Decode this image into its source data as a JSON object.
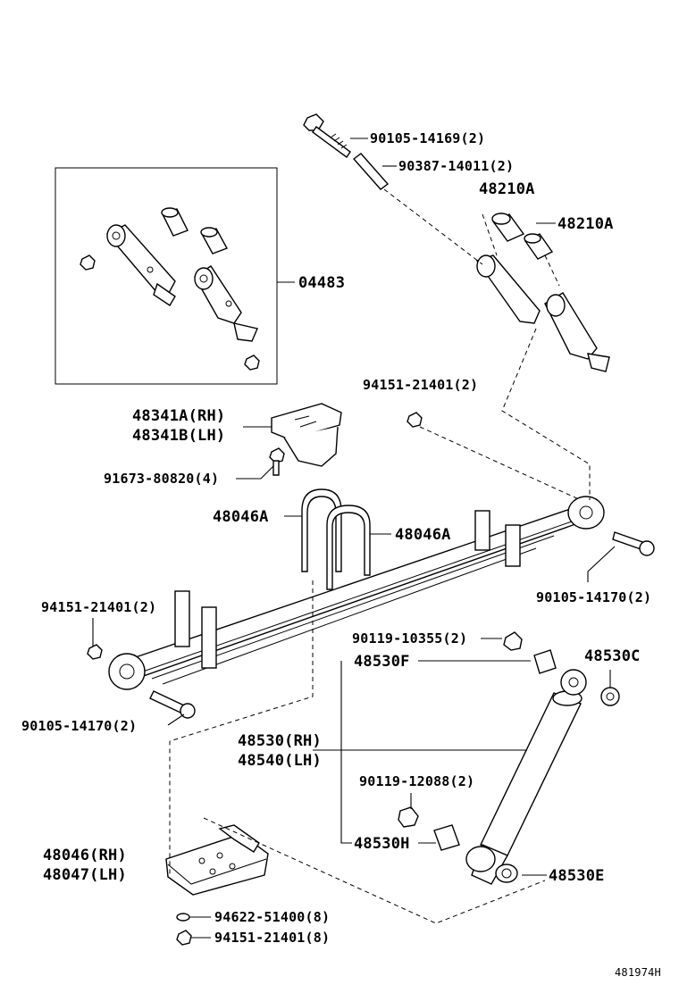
{
  "diagram_id": "481974H",
  "labels": {
    "p90105_14169": "90105-14169(2)",
    "p90387_14011": "90387-14011(2)",
    "p48210A_1": "48210A",
    "p48210A_2": "48210A",
    "p04483": "04483",
    "p94151_21401_top": "94151-21401(2)",
    "p48341A": "48341A(RH)",
    "p48341B": "48341B(LH)",
    "p91673_80820": "91673-80820(4)",
    "p48046A_1": "48046A",
    "p48046A_2": "48046A",
    "p94151_21401_left": "94151-21401(2)",
    "p90105_14170_right": "90105-14170(2)",
    "p90119_10355": "90119-10355(2)",
    "p48530F": "48530F",
    "p48530C": "48530C",
    "p90105_14170_left": "90105-14170(2)",
    "p48530RH": "48530(RH)",
    "p48540LH": "48540(LH)",
    "p90119_12088": "90119-12088(2)",
    "p48046RH": "48046(RH)",
    "p48047LH": "48047(LH)",
    "p48530H": "48530H",
    "p48530E": "48530E",
    "p94622_51400": "94622-51400(8)",
    "p94151_21401_bottom": "94151-21401(8)"
  }
}
